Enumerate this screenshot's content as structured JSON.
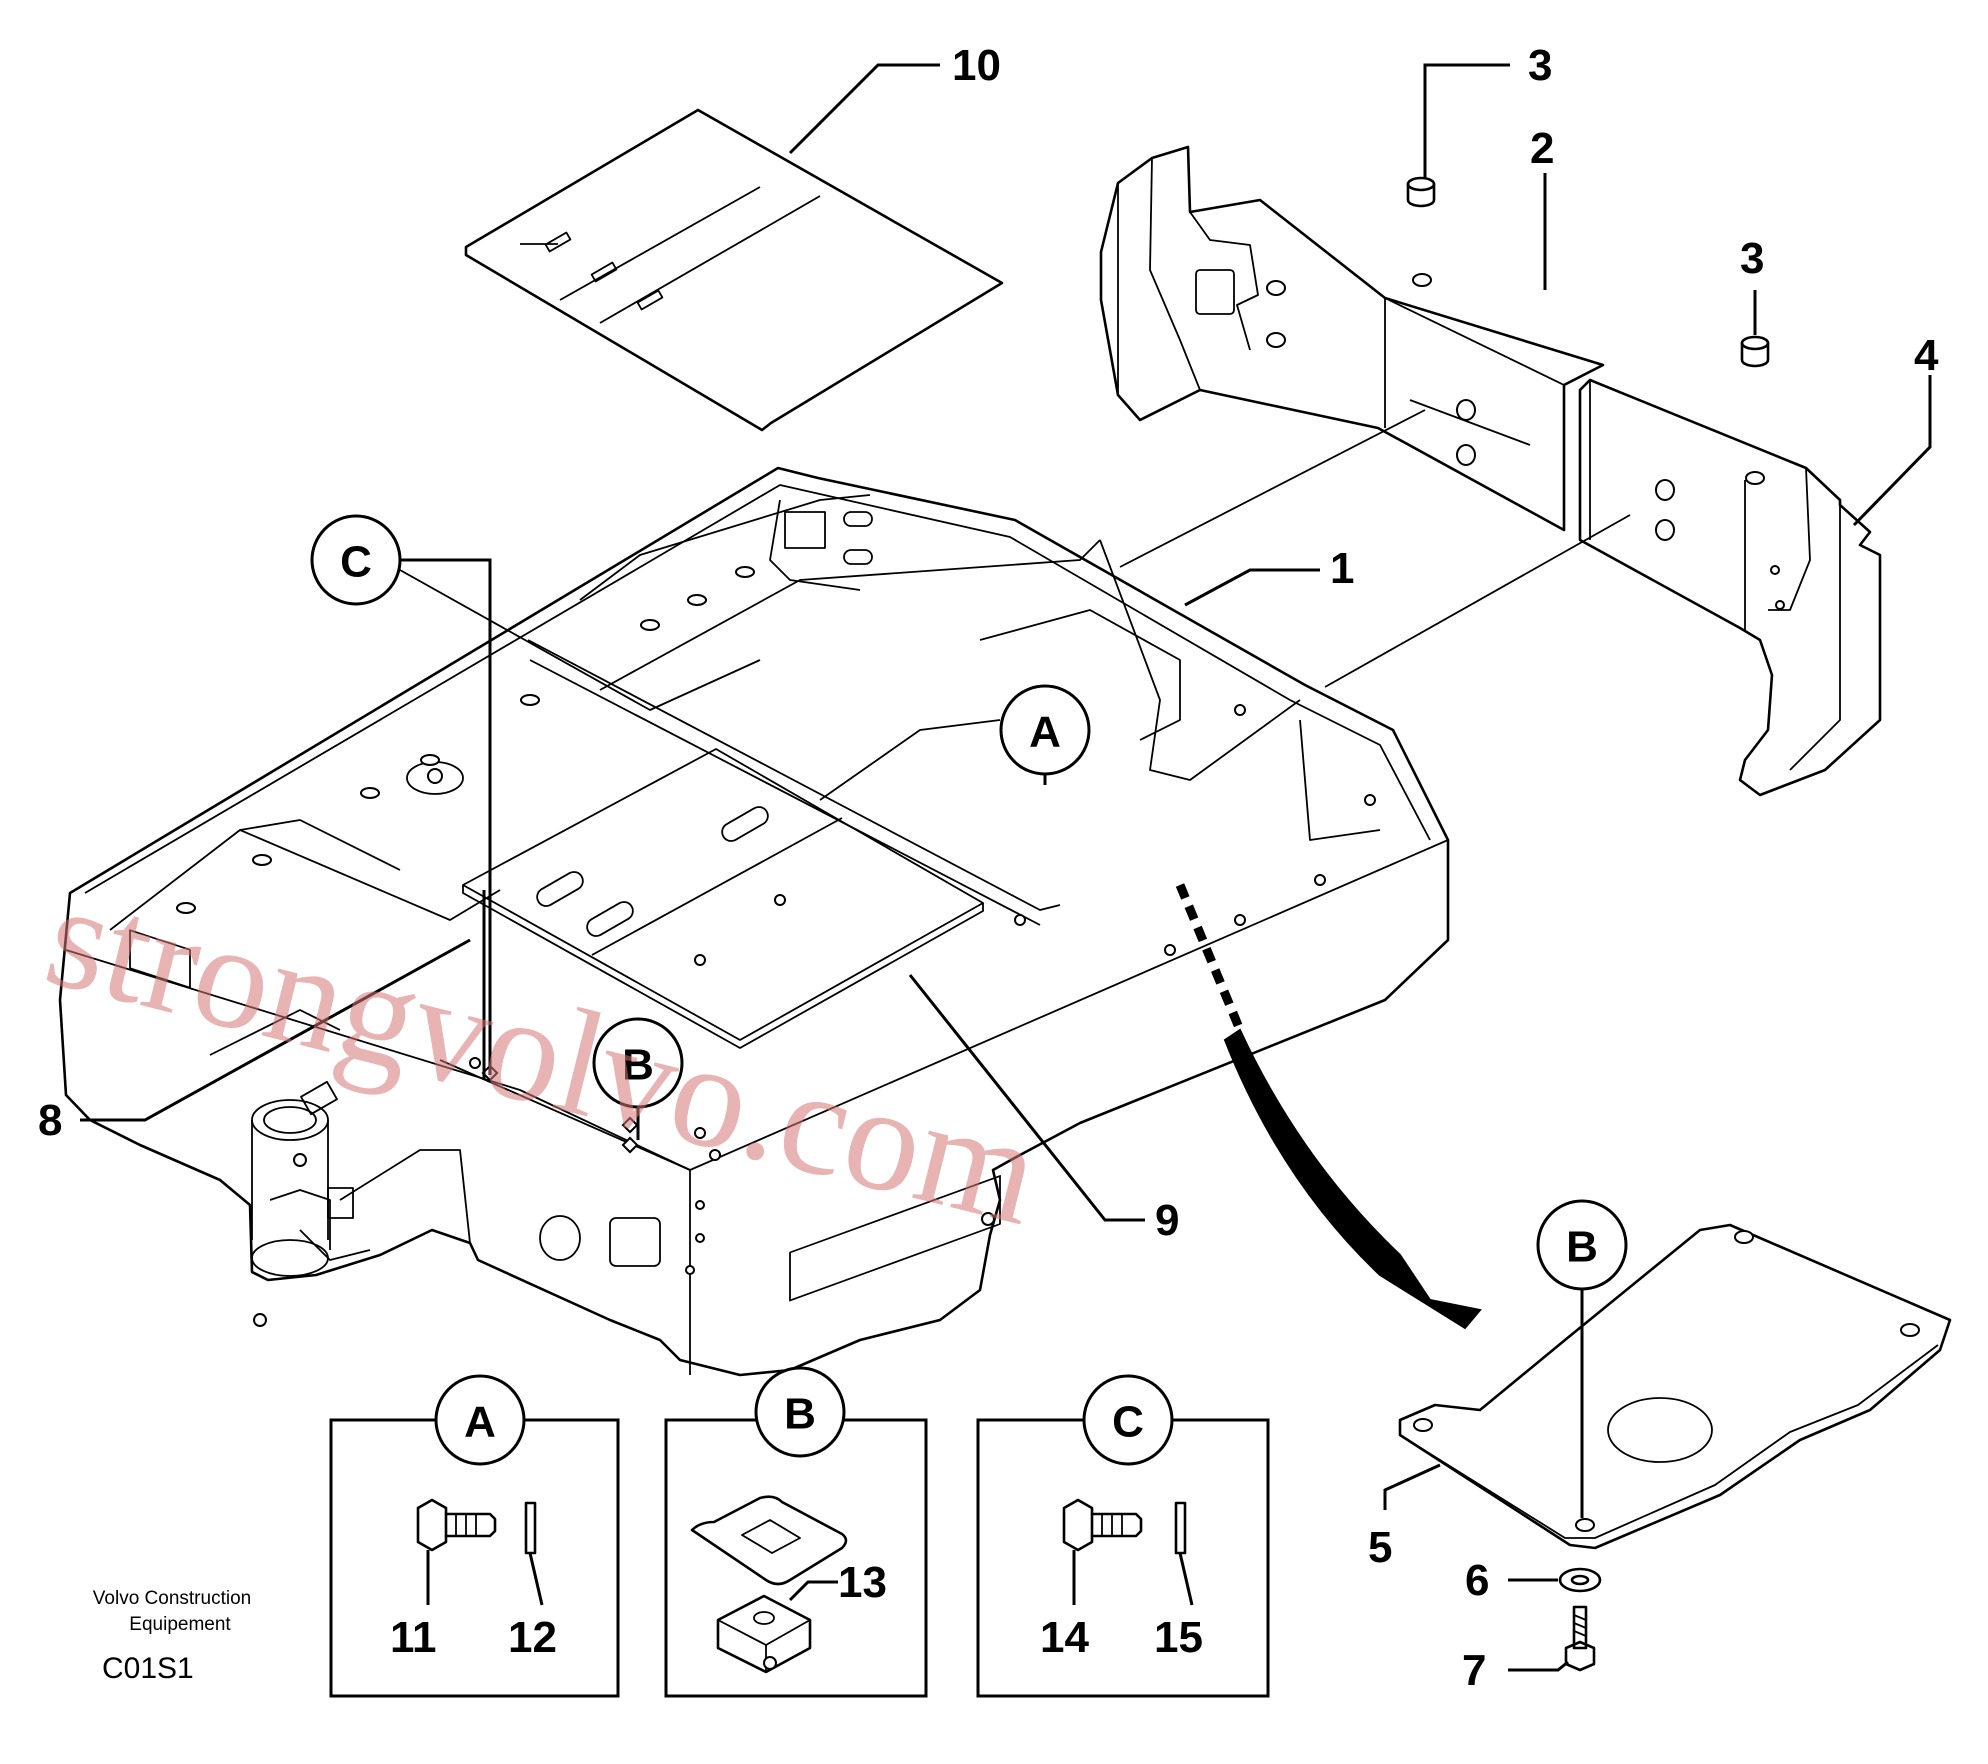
{
  "callout_numbers": {
    "n1": "1",
    "n2": "2",
    "n3a": "3",
    "n3b": "3",
    "n4": "4",
    "n5": "5",
    "n6": "6",
    "n7": "7",
    "n8": "8",
    "n9": "9",
    "n10": "10",
    "n11": "11",
    "n12": "12",
    "n13": "13",
    "n14": "14",
    "n15": "15"
  },
  "detail_refs": {
    "a_main": "A",
    "b_main": "B",
    "c_main": "C",
    "b_plate": "B",
    "a_box": "A",
    "b_box": "B",
    "c_box": "C"
  },
  "footer": {
    "company_line1": "Volvo Construction",
    "company_line2": "Equipement",
    "code": "C01S1"
  },
  "watermark": "strongvolvo.com",
  "icons": [
    "bolt-icon",
    "washer-icon",
    "clip-nut-icon",
    "seal-pad-icon"
  ],
  "colors": {
    "line": "#000000",
    "background": "#ffffff",
    "watermark": "#d67474"
  }
}
